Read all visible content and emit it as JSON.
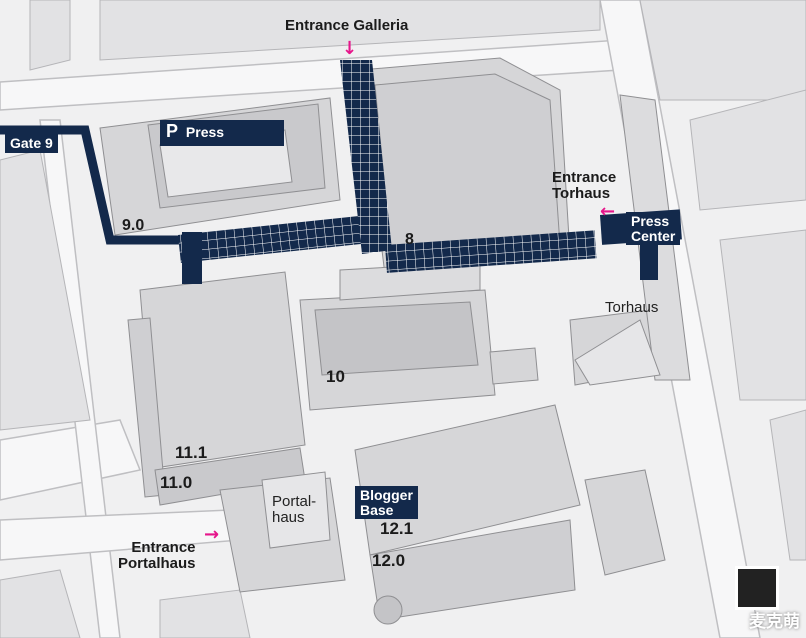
{
  "map": {
    "colors": {
      "background": "#f0f0f1",
      "building": "#d6d6d8",
      "building_top": "#c9c9cc",
      "walkway": "#13294b",
      "arrow": "#e6168b"
    },
    "labels": {
      "entrance_galleria": "Entrance Galleria",
      "gate_9": "Gate 9",
      "press": "Press",
      "parking_symbol": "P",
      "hall_9_0": "9.0",
      "hall_8": "8",
      "entrance_torhaus": "Entrance\nTorhaus",
      "press_center": "Press\nCenter",
      "torhaus": "Torhaus",
      "hall_10": "10",
      "hall_11_1": "11.1",
      "hall_11_0": "11.0",
      "portalhaus": "Portal-\nhaus",
      "blogger_base": "Blogger\nBase",
      "hall_12_1": "12.1",
      "hall_12_0": "12.0",
      "entrance_portalhaus": "Entrance\nPortalhaus"
    },
    "watermark": {
      "text": "麦克萌"
    },
    "icons": {
      "arrow_down": "arrow-down",
      "arrow_left": "arrow-left",
      "arrow_right": "arrow-right",
      "qr": "qr-code"
    }
  }
}
